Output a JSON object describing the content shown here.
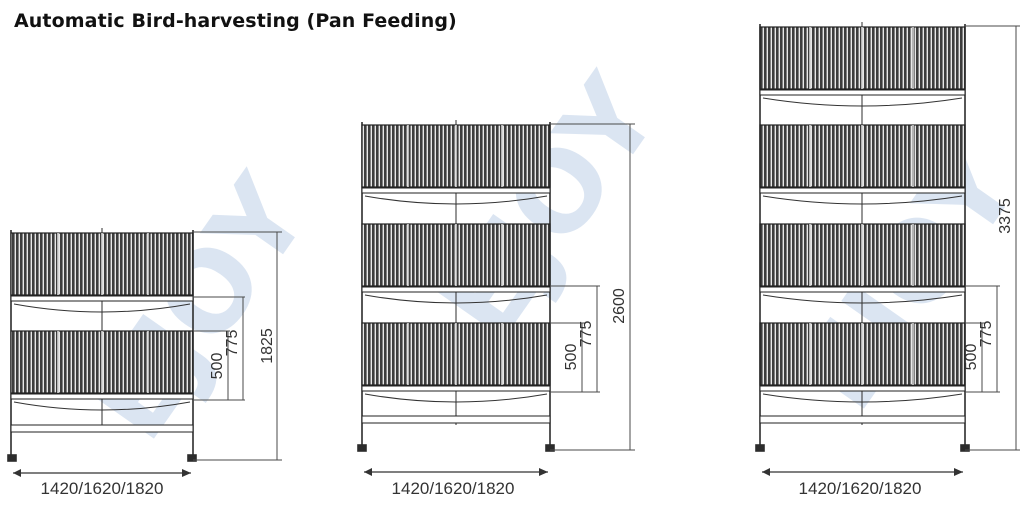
{
  "title": "Automatic Bird-harvesting (Pan Feeding)",
  "watermark_text": "EJOY",
  "colors": {
    "frame": "#2c2c2c",
    "cage_fill": "#3d3d3d",
    "dimension_line": "#4a4a4a",
    "watermark": "#7fa2d0"
  },
  "cages": [
    {
      "name": "two-tier-cage",
      "tiers": 2,
      "width_label": "1420/1620/1820",
      "dimension_labels": [
        "500",
        "775",
        "1825"
      ]
    },
    {
      "name": "three-tier-cage",
      "tiers": 3,
      "width_label": "1420/1620/1820",
      "dimension_labels": [
        "500",
        "775",
        "2600"
      ]
    },
    {
      "name": "four-tier-cage",
      "tiers": 4,
      "width_label": "1420/1620/1820",
      "dimension_labels": [
        "500",
        "775",
        "3375"
      ]
    }
  ]
}
